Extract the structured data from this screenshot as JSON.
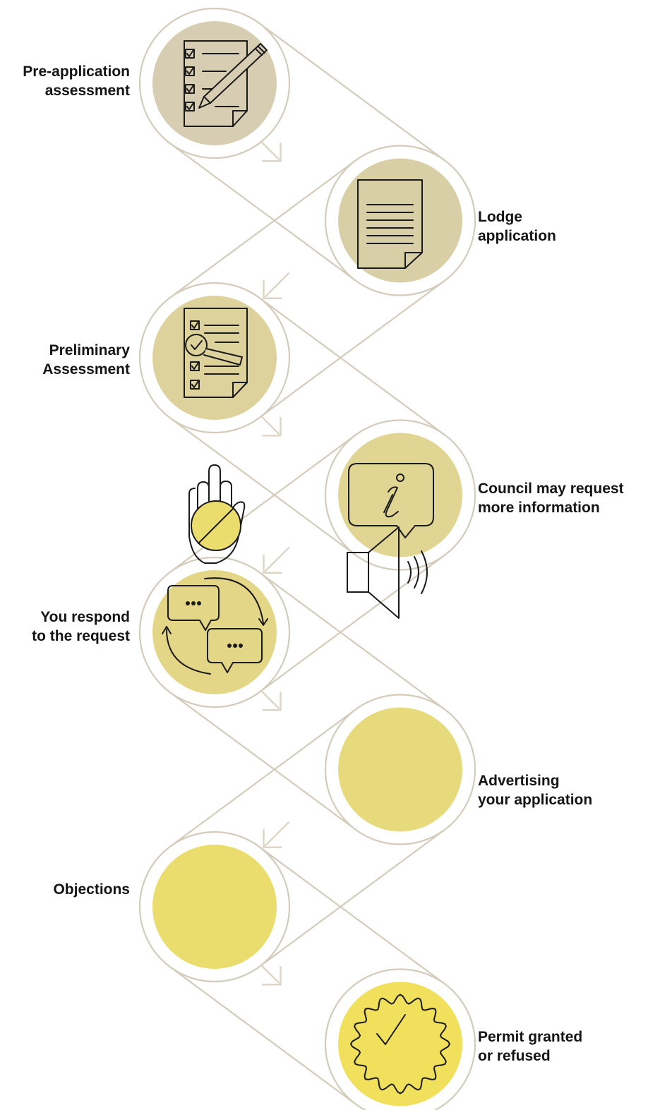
{
  "steps": [
    {
      "id": "pre-application-assessment",
      "line1": "Pre-application",
      "line2": "assessment",
      "icon": "checklist-pencil-icon",
      "fill": "#d6cdb2"
    },
    {
      "id": "lodge-application",
      "line1": "Lodge",
      "line2": "application",
      "icon": "document-icon",
      "fill": "#d9cfa6"
    },
    {
      "id": "preliminary-assessment",
      "line1": "Preliminary",
      "line2": "Assessment",
      "icon": "checklist-magnifier-icon",
      "fill": "#ddd29c"
    },
    {
      "id": "council-request",
      "line1": "Council may request",
      "line2": "more information",
      "icon": "info-speech-bubble-icon",
      "fill": "#e0d592"
    },
    {
      "id": "you-respond",
      "line1": "You respond",
      "line2": "to the request",
      "icon": "conversation-cycle-icon",
      "fill": "#e3d787"
    },
    {
      "id": "advertising",
      "line1": "Advertising",
      "line2": "your application",
      "icon": "speaker-icon",
      "fill": "#e6da7c"
    },
    {
      "id": "objections",
      "line1": "Objections",
      "line2": "",
      "icon": "stop-hand-icon",
      "fill": "#ebdc6e"
    },
    {
      "id": "permit-decision",
      "line1": "Permit granted",
      "line2": "or refused",
      "icon": "approval-seal-icon",
      "fill": "#f0e05c"
    }
  ],
  "colors": {
    "track": "#d4cbbb",
    "arrow": "#ddd5c6",
    "ink": "#1a1a1a",
    "text": "#141414"
  }
}
